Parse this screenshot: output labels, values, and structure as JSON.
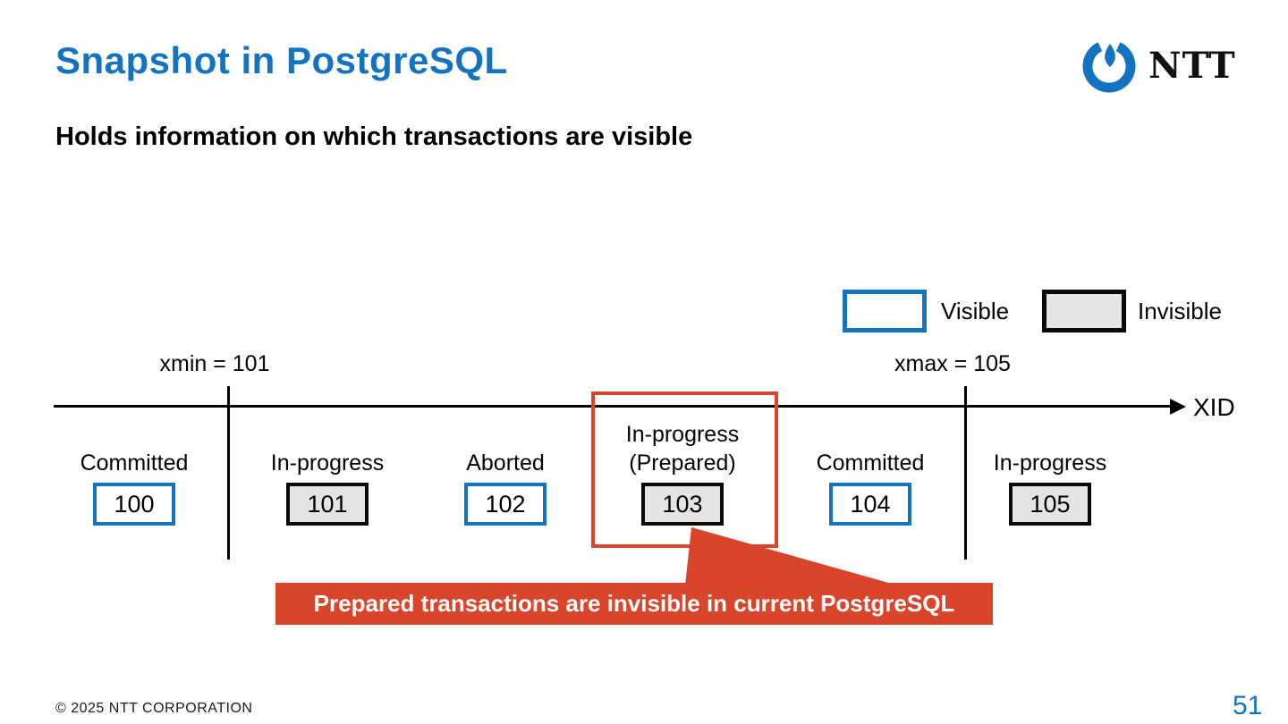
{
  "slide": {
    "title": "Snapshot in PostgreSQL",
    "subtitle": "Holds information on which transactions are visible",
    "footer": "© 2025 NTT CORPORATION",
    "page_number": "51"
  },
  "logo": {
    "wordmark": "NTT"
  },
  "legend": {
    "visible_label": "Visible",
    "invisible_label": "Invisible"
  },
  "timeline": {
    "axis_label": "XID",
    "xmin_label": "xmin = 101",
    "xmax_label": "xmax = 105",
    "transactions": [
      {
        "status": "Committed",
        "xid": "100",
        "visibility": "visible"
      },
      {
        "status": "In-progress",
        "xid": "101",
        "visibility": "invisible"
      },
      {
        "status": "Aborted",
        "xid": "102",
        "visibility": "visible"
      },
      {
        "status": "In-progress",
        "status2": "(Prepared)",
        "xid": "103",
        "visibility": "invisible",
        "highlighted": true
      },
      {
        "status": "Committed",
        "xid": "104",
        "visibility": "visible"
      },
      {
        "status": "In-progress",
        "xid": "105",
        "visibility": "invisible"
      }
    ]
  },
  "callout": {
    "text": "Prepared transactions are invisible in current PostgreSQL"
  },
  "colors": {
    "accent_blue": "#1473BE",
    "alert_red": "#D9452B",
    "invisible_gray": "#E4E4E4",
    "line_black": "#000000"
  }
}
